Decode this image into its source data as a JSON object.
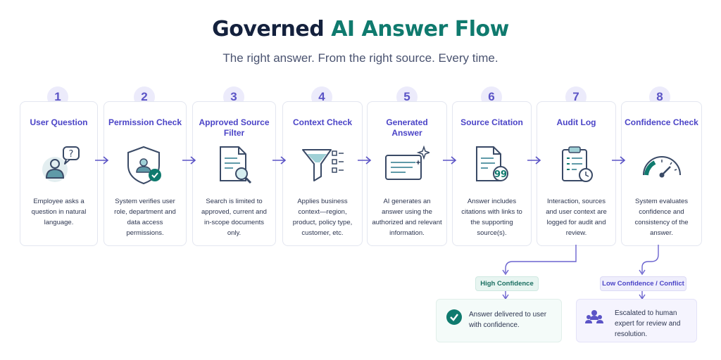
{
  "header": {
    "title_main": "Governed ",
    "title_accent": "AI Answer Flow",
    "subtitle": "The right answer. From the right source. Every time."
  },
  "steps": [
    {
      "number": "1",
      "title": "User Question",
      "description": "Employee asks a question in natural language.",
      "icon": "user-question-icon"
    },
    {
      "number": "2",
      "title": "Permission Check",
      "description": "System verifies user role, department and data access permissions.",
      "icon": "shield-user-check-icon"
    },
    {
      "number": "3",
      "title": "Approved Source Filter",
      "description": "Search is limited to approved, current and in-scope documents only.",
      "icon": "document-search-icon"
    },
    {
      "number": "4",
      "title": "Context Check",
      "description": "Applies business context—region, product, policy type, customer, etc.",
      "icon": "funnel-checklist-icon"
    },
    {
      "number": "5",
      "title": "Generated Answer",
      "description": "AI generates an answer using the authorized and relevant information.",
      "icon": "answer-sparkle-icon"
    },
    {
      "number": "6",
      "title": "Source Citation",
      "description": "Answer includes citations with links to the supporting source(s).",
      "icon": "document-quote-icon"
    },
    {
      "number": "7",
      "title": "Audit Log",
      "description": "Interaction, sources and user context are logged for audit and review.",
      "icon": "clipboard-clock-icon"
    },
    {
      "number": "8",
      "title": "Confidence Check",
      "description": "System evaluates confidence and consistency of the answer.",
      "icon": "gauge-icon"
    }
  ],
  "outcomes": {
    "high": {
      "label": "High Confidence",
      "text": "Answer delivered to user with confidence.",
      "icon": "check-circle-icon"
    },
    "low": {
      "label": "Low Confidence / Conflict",
      "text": "Escalated to human expert for review and resolution.",
      "icon": "people-group-icon"
    }
  },
  "colors": {
    "primary": "#4b44c7",
    "teal": "#0f7a6e",
    "navy": "#14213d"
  }
}
